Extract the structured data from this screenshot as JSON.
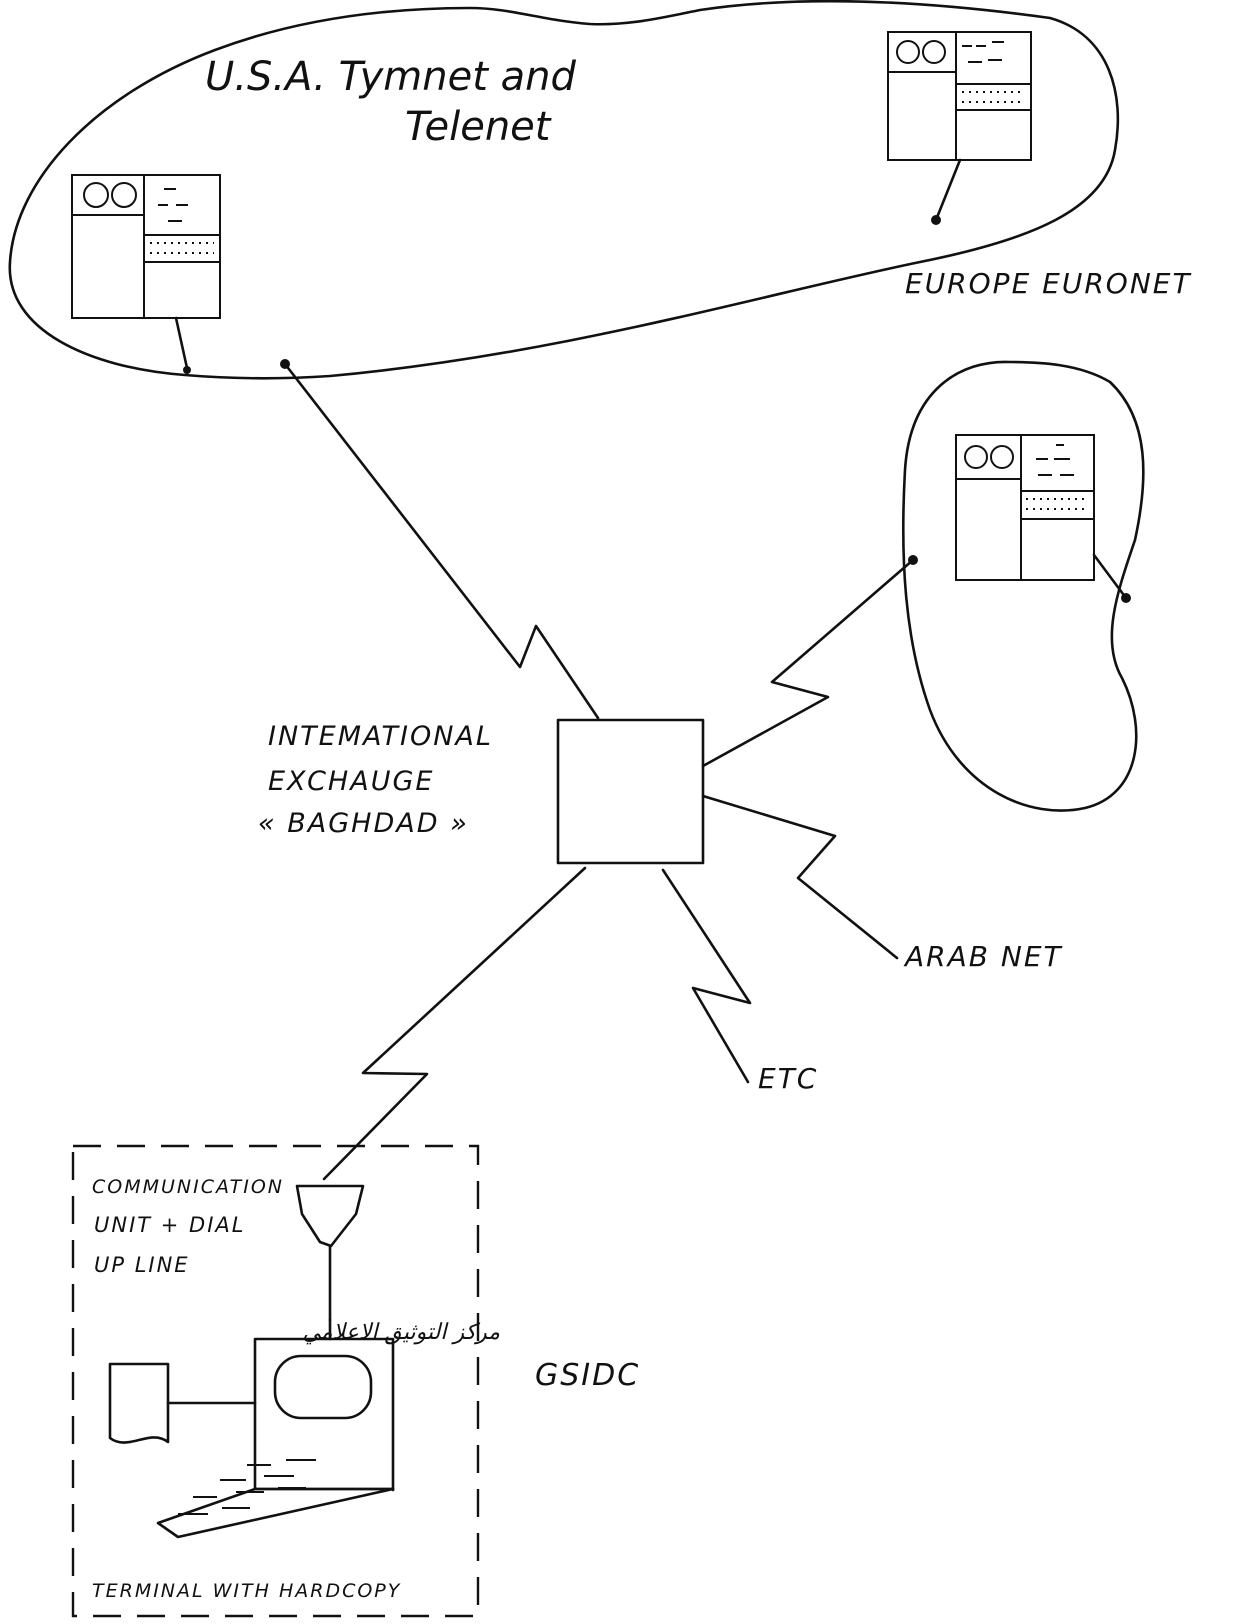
{
  "labels": {
    "usa_line1": "U.S.A. Tymnet and",
    "usa_line2": "Telenet",
    "europe": "EUROPE EURONET",
    "exchange_line1": "INTEMATIONAL",
    "exchange_line2": "EXCHAUGE",
    "exchange_line3": "« BAGHDAD »",
    "arab_net": "ARAB NET",
    "etc": "ETC",
    "comm_line1": "COMMUNICATION",
    "comm_line2": "UNIT + DIAL",
    "comm_line3": "UP LINE",
    "terminal": "TERMINAL WITH HARDCOPY",
    "arabic_name": "مركز التوثيق الاعلامي",
    "gsidc": "GSIDC"
  },
  "icons": [
    "computer-icon",
    "computer-icon",
    "computer-icon",
    "modem-icon",
    "terminal-icon",
    "printer-paper-icon"
  ],
  "colors": {
    "ink": "#111111",
    "paper": "#ffffff"
  }
}
